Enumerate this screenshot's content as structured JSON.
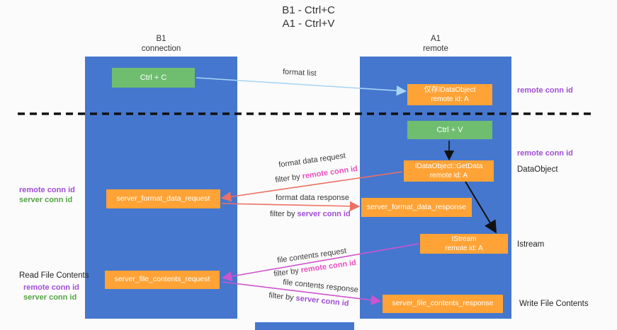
{
  "title": {
    "line1": "B1 - Ctrl+C",
    "line2": "A1 - Ctrl+V"
  },
  "lanes": {
    "left": {
      "name": "B1",
      "subtitle": "connection"
    },
    "right": {
      "name": "A1",
      "subtitle": "remote"
    }
  },
  "boxes": {
    "ctrl_c": {
      "label": "Ctrl + C"
    },
    "ctrl_v": {
      "label": "Ctrl + V"
    },
    "idataobject_cache": {
      "line1": "仅存IDataObject",
      "line2": "remote id: A"
    },
    "getdata": {
      "line1": "IDataObject::GetData",
      "line2": "remote id: A"
    },
    "istream": {
      "line1": "IStream",
      "line2": "remote id: A"
    },
    "format_request": {
      "label": "server_format_data_request"
    },
    "format_response": {
      "label": "server_format_data_response"
    },
    "file_request": {
      "label": "server_file_contents_request"
    },
    "file_response": {
      "label": "server_file_contents_response"
    }
  },
  "arrow_labels": {
    "format_list": "format list",
    "format_data_request": "format data request",
    "filter_remote_1": {
      "prefix": "filter by ",
      "emph": "remote conn id"
    },
    "format_data_response": "format data response",
    "filter_server_1": {
      "prefix": "filter by ",
      "emph": "server conn id"
    },
    "file_contents_request": "file contents request",
    "filter_remote_2": {
      "prefix": "filter by ",
      "emph": "remote conn id"
    },
    "file_contents_response": "file contents response",
    "filter_server_2": {
      "prefix": "filter by ",
      "emph": "server conn id"
    }
  },
  "side_labels": {
    "right_remote_conn_1": "remote conn id",
    "right_remote_conn_2": "remote conn id",
    "dataobject": "DataObject",
    "istream": "Istream",
    "write_file": "Write File Contents",
    "left_remote_conn_1": "remote conn id",
    "left_server_conn_1": "server conn id",
    "read_file": "Read File Contents",
    "left_remote_conn_2": "remote conn id",
    "left_server_conn_2": "server conn id"
  },
  "colors": {
    "lane_blue": "#4577CE",
    "box_green": "#6FBE70",
    "box_orange": "#FFA336",
    "purple_text": "#A04ED6",
    "pink_text": "#E84FC0",
    "green_text": "#55A446",
    "salmon_arrow": "#EC7063",
    "magenta_arrow": "#CF53CF",
    "light_blue_arrow": "#A9D5F5",
    "black_arrow": "#111111"
  }
}
